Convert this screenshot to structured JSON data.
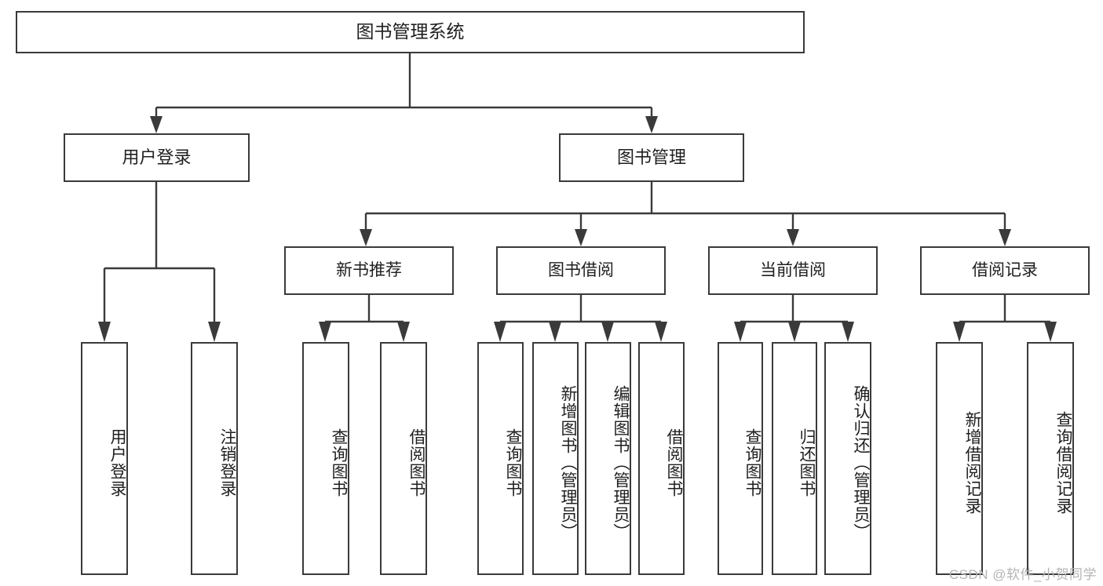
{
  "diagram": {
    "title": "图书管理系统",
    "type": "hierarchy-tree",
    "watermark": "CSDN @软件_小贺同学",
    "colors": {
      "stroke": "#3a3a3a",
      "fill": "#ffffff",
      "text": "#1f1f1f",
      "watermark": "#b4b4b4"
    },
    "levels": {
      "root": {
        "label": "图书管理系统"
      },
      "level2": [
        {
          "label": "用户登录"
        },
        {
          "label": "图书管理"
        }
      ],
      "level3": [
        {
          "label": "新书推荐"
        },
        {
          "label": "图书借阅"
        },
        {
          "label": "当前借阅"
        },
        {
          "label": "借阅记录"
        }
      ],
      "leaves": {
        "user_login": [
          {
            "label": "用户登录"
          },
          {
            "label": "注销登录"
          }
        ],
        "new_book_recommend": [
          {
            "label": "查询图书"
          },
          {
            "label": "借阅图书"
          }
        ],
        "book_borrow": [
          {
            "label": "查询图书"
          },
          {
            "label": "新增图书（管理员）"
          },
          {
            "label": "编辑图书（管理员）"
          },
          {
            "label": "借阅图书"
          }
        ],
        "current_borrow": [
          {
            "label": "查询图书"
          },
          {
            "label": "归还图书"
          },
          {
            "label": "确认归还（管理员）"
          }
        ],
        "borrow_record": [
          {
            "label": "新增借阅记录"
          },
          {
            "label": "查询借阅记录"
          }
        ]
      }
    }
  }
}
